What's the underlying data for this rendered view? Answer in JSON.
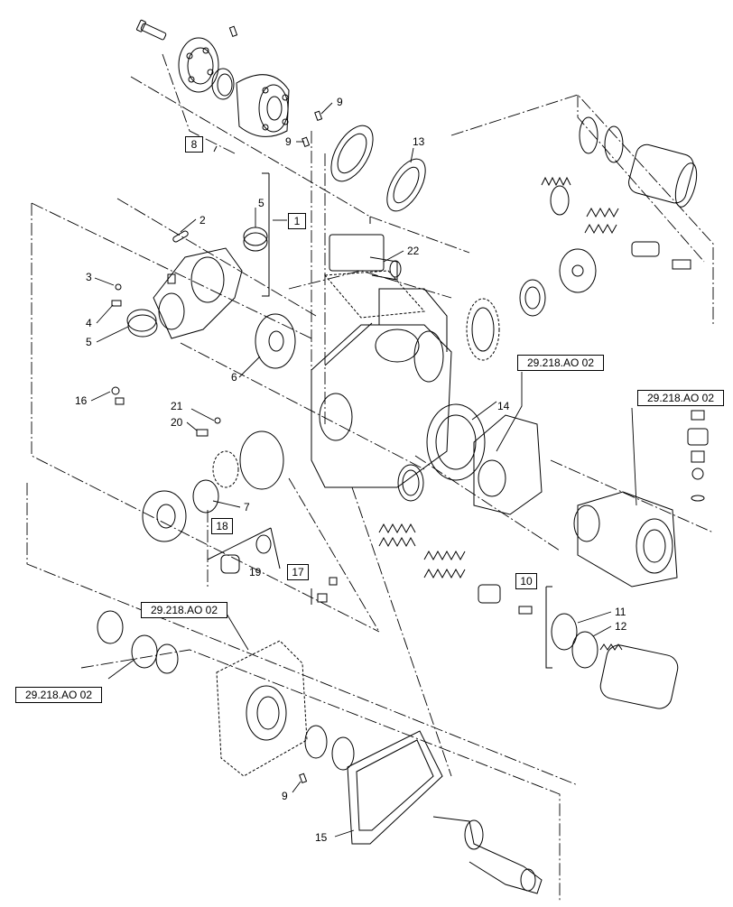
{
  "callouts": {
    "c1": "1",
    "c2": "2",
    "c3": "3",
    "c4": "4",
    "c5a": "5",
    "c5b": "5",
    "c6": "6",
    "c7": "7",
    "c8": "8",
    "c9a": "9",
    "c9b": "9",
    "c9c": "9",
    "c10": "10",
    "c11": "11",
    "c12": "12",
    "c13": "13",
    "c14": "14",
    "c15": "15",
    "c16": "16",
    "c17": "17",
    "c18": "18",
    "c19": "19",
    "c20": "20",
    "c21": "21",
    "c22": "22"
  },
  "references": {
    "ref_mid": "29.218.AO 02",
    "ref_right": "29.218.AO 02",
    "ref_lower": "29.218.AO 02",
    "ref_left": "29.218.AO 02"
  }
}
